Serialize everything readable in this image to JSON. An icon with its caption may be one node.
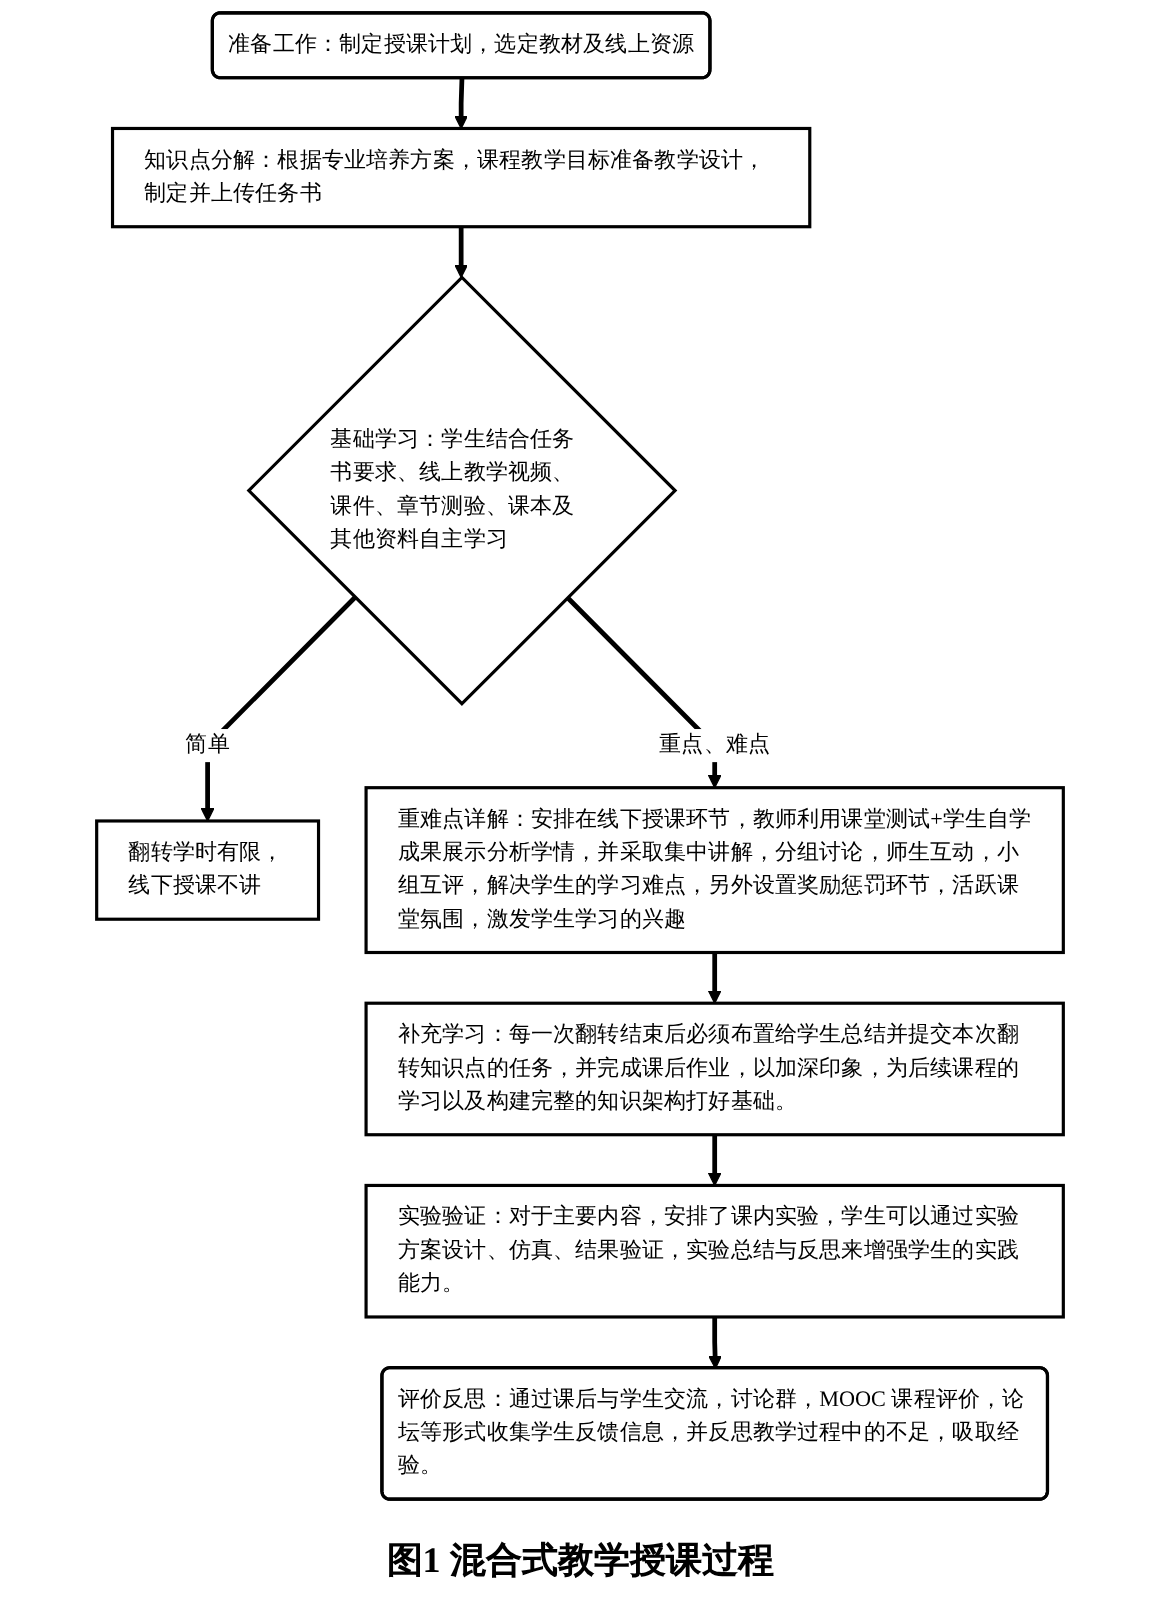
{
  "diagram": {
    "caption": "图1 混合式教学授课过程",
    "nodes": [
      {
        "text": [
          "准备工作：制定授课计划，选定教材及线上资源"
        ]
      },
      {
        "text": [
          "知识点分解：根据专业培养方案，课程教学目标准备教学设计，制定并上传任务书"
        ]
      },
      {
        "text": [
          "基础学习：学生结合任务书要求、线上教学视频、课件、章节测验、课本及其他资料自主学习"
        ]
      },
      {
        "text": [
          "翻转学时有限，线下授课不讲"
        ]
      },
      {
        "text": [
          "重难点详解：安排在线下授课环节，教师利用课堂测试+学生自学成果展示分析学情，并采取集中讲解，分组讨论，师生互动，小组互评，解决学生的学习难点，另外设置奖励惩罚环节，活跃课堂氛围，激发学生学习的兴趣"
        ]
      },
      {
        "text": [
          "补充学习：每一次翻转结束后必须布置给学生总结并提交本次翻转知识点的任务，并完成课后作业，以加深印象，为后续课程的学习以及构建完整的知识架构打好基础。"
        ]
      },
      {
        "text": [
          "实验验证：对于主要内容，安排了课内实验，学生可以通过实验方案设计、仿真、结果验证，实验总结与反思来增强学生的实践能力。"
        ]
      },
      {
        "text": [
          "评价反思：通过课后与学生交流，讨论群，MOOC 课程评价，论坛等形式收集学生反馈信息，并反思教学过程中的不足，吸取经验。"
        ]
      }
    ],
    "edges": [
      {
        "from": 0,
        "to": 1,
        "arrow": "to"
      },
      {
        "from": 1,
        "to": 2,
        "arrow": "to"
      },
      {
        "from": 2,
        "to": 3,
        "arrow": "to",
        "label": "简单"
      },
      {
        "from": 2,
        "to": 4,
        "arrow": "to",
        "label": "重点、难点"
      },
      {
        "from": 4,
        "to": 5,
        "arrow": "to"
      },
      {
        "from": 5,
        "to": 6,
        "arrow": "to"
      },
      {
        "from": 6,
        "to": 7,
        "arrow": "to"
      }
    ]
  }
}
